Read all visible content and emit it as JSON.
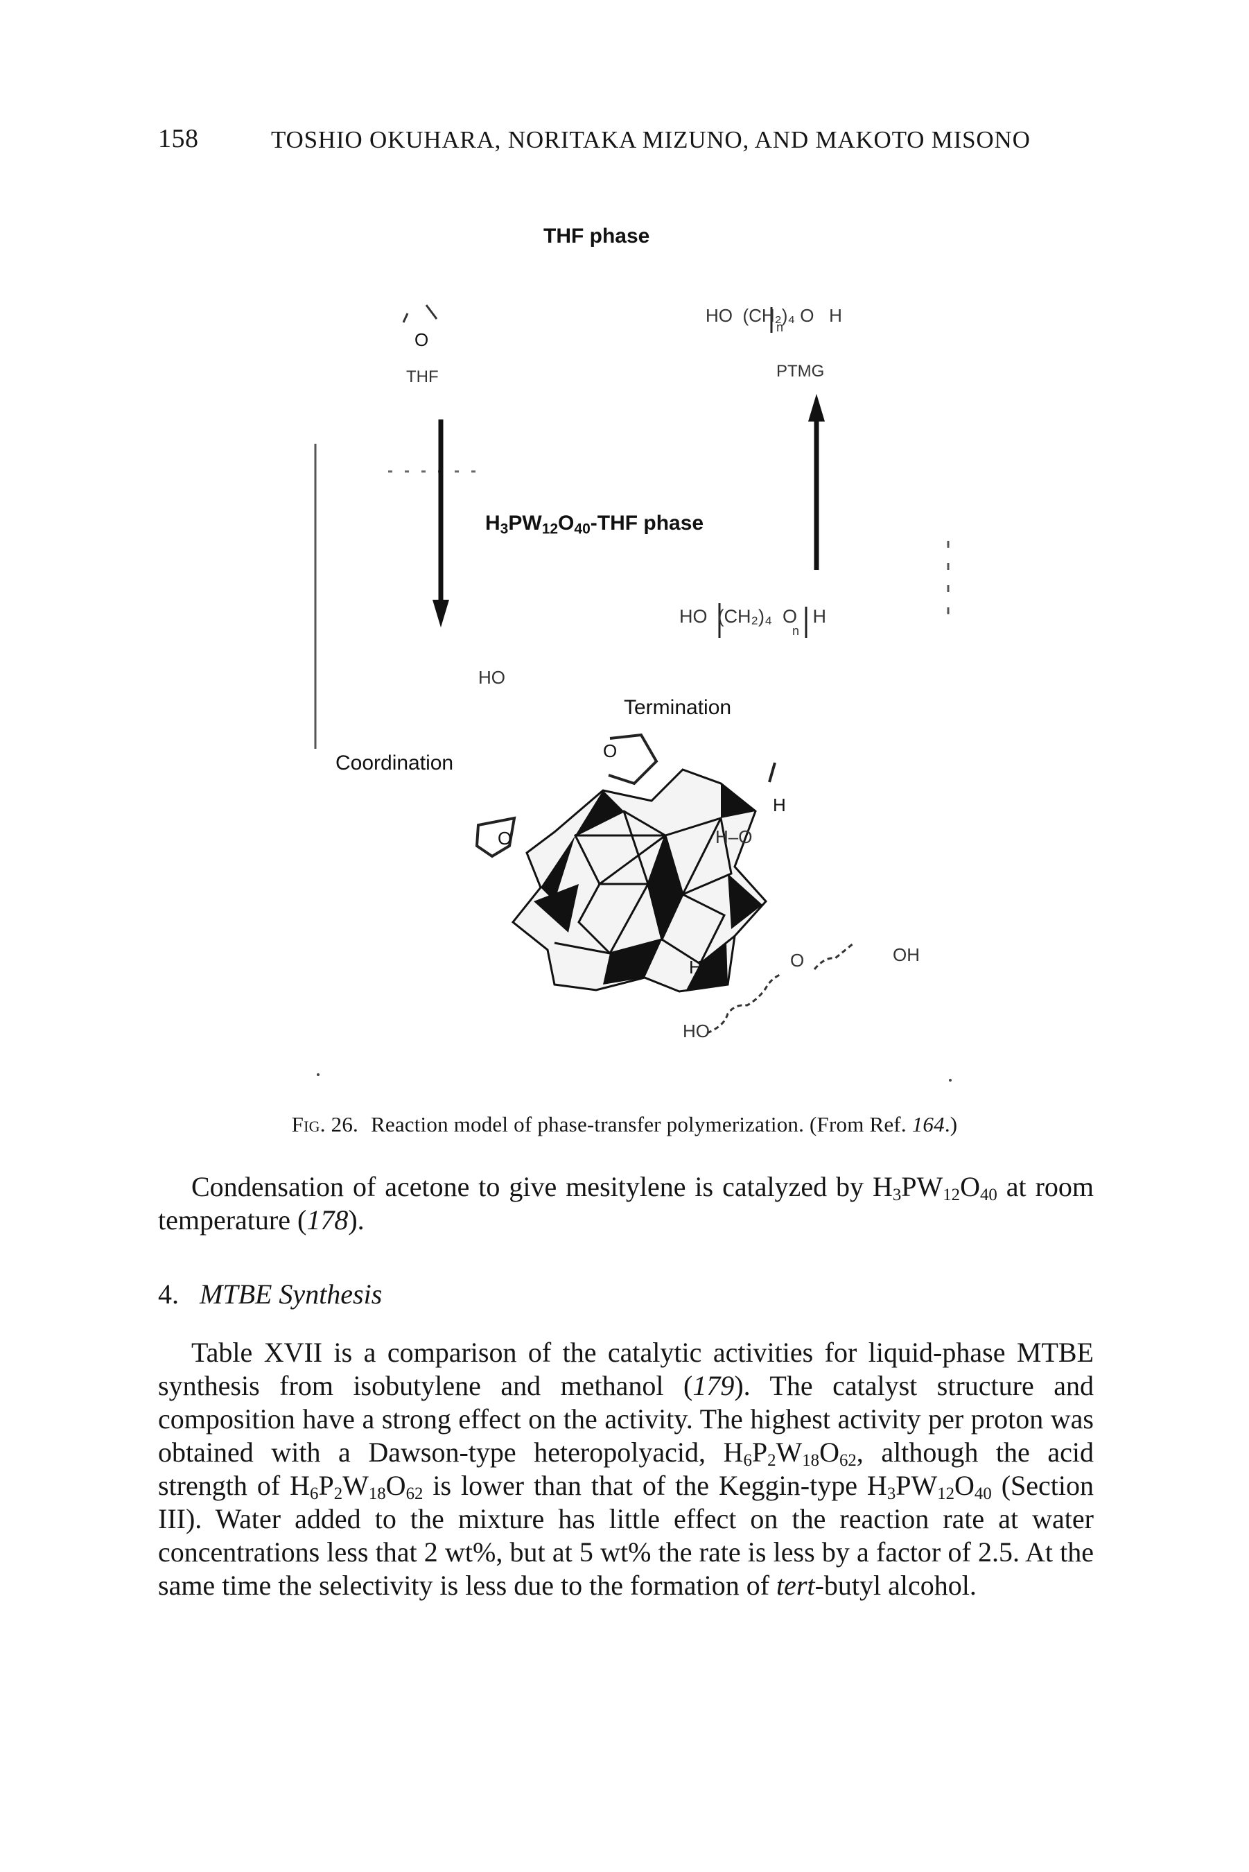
{
  "header": {
    "page_number": "158",
    "authors": "TOSHIO OKUHARA, NORITAKA MIZUNO, AND MAKOTO MISONO"
  },
  "figure": {
    "labels": {
      "thf_phase": "THF phase",
      "thf": "THF",
      "ptmg": "PTMG",
      "ptmg_formula_prefix": "HO",
      "ptmg_formula_group": "(CH₂)₄",
      "ptmg_formula_o": "O",
      "ptmg_formula_n": "n",
      "ptmg_formula_h": "H",
      "hpa_phase_formula": "H3PW12O40",
      "hpa_phase_suffix": "-THF phase",
      "chain_formula_prefix": "HO",
      "chain_formula_group": "(CH₂)₄",
      "chain_formula_o": "O",
      "chain_formula_n": "n",
      "chain_formula_h": "H",
      "ho_left": "HO",
      "termination": "Termination",
      "coordination": "Coordination",
      "ring_o_left": "O",
      "ring_o_top": "O",
      "h_top": "H",
      "h_o": "H–O",
      "h_plus": "H⁺",
      "o_chain": "O",
      "oh_end": "OH",
      "ho_bottom": "HO"
    }
  },
  "caption": {
    "fig_label": "Fig. 26.",
    "text": "Reaction model of phase-transfer polymerization. (From Ref. ",
    "ref": "164",
    "end": ".)"
  },
  "body": {
    "para1_a": "Condensation of acetone to give mesitylene is catalyzed by H",
    "para1_b": "room temperature (",
    "para1_ref": "178",
    "para1_c": ").",
    "section_number": "4.",
    "section_title": "MTBE Synthesis",
    "para2_a": "Table XVII is a comparison of the catalytic activities for liquid-phase MTBE synthesis from isobutylene and methanol (",
    "para2_ref": "179",
    "para2_b": "). The catalyst structure and composition have a strong effect on the activity. The highest activity per proton was obtained with a Dawson-type heteropolyacid, H",
    "para2_c": ", although the acid strength of H",
    "para2_d": " is lower than that of the Keggin-type H",
    "para2_e": " (Section III). Water added to the mixture has little effect on the reaction rate at water concentrations less that 2 wt%, but at 5 wt% the rate is less by a factor of 2.5. At the same time the selectivity is less due to the formation of ",
    "para2_tert": "tert",
    "para2_f": "-butyl alcohol."
  }
}
